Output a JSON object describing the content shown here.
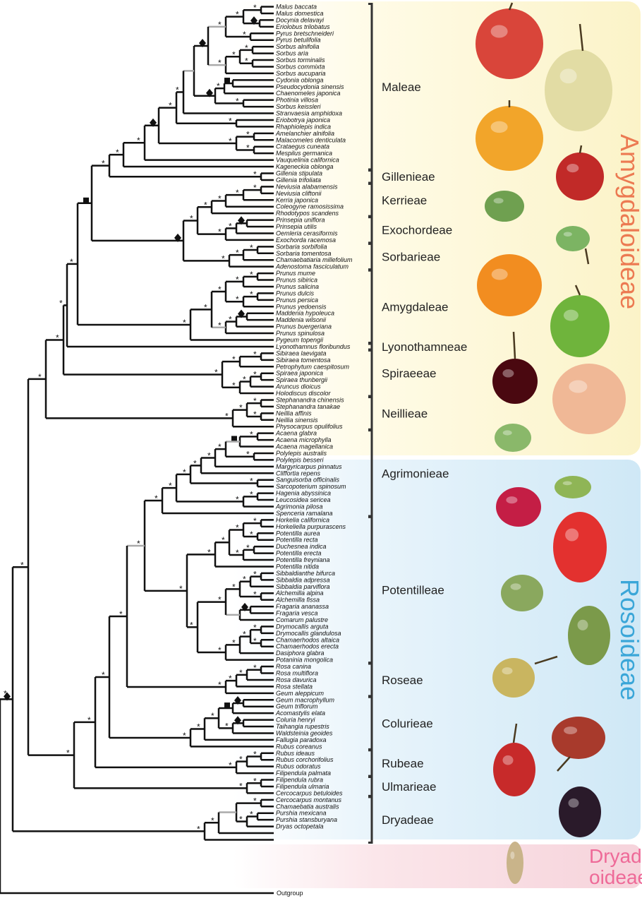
{
  "outgroup_label": "Outgroup",
  "subfamilies": [
    {
      "name": "Amygdaloideae",
      "color": "#ec7a52"
    },
    {
      "name": "Rosoideae",
      "color": "#3aa6d8"
    },
    {
      "name": "Dryad- oideae",
      "color": "#ee6a98"
    }
  ],
  "tribes": [
    {
      "name": "Maleae"
    },
    {
      "name": "Gillenieae"
    },
    {
      "name": "Kerrieae"
    },
    {
      "name": "Exochordeae"
    },
    {
      "name": "Sorbarieae"
    },
    {
      "name": "Amygdaleae"
    },
    {
      "name": "Lyonothamneae"
    },
    {
      "name": "Spiraeeae"
    },
    {
      "name": "Neillieae"
    },
    {
      "name": "Agrimonieae"
    },
    {
      "name": "Potentilleae"
    },
    {
      "name": "Roseae"
    },
    {
      "name": "Colurieae"
    },
    {
      "name": "Rubeae"
    },
    {
      "name": "Ulmarieae"
    },
    {
      "name": "Dryadeae"
    }
  ],
  "taxa": [
    "Malus baccata",
    "Malus domestica",
    "Docynia delavayi",
    "Eriolobus trilobatus",
    "Pyrus bretschneideri",
    "Pyrus betulifolia",
    "Sorbus alnifolia",
    "Sorbus aria",
    "Sorbus torminalis",
    "Sorbus commixta",
    "Sorbus aucuparia",
    "Cydonia oblonga",
    "Pseudocydonia sinensis",
    "Chaenomeles japonica",
    "Photinia villosa",
    "Sorbus keissleri",
    "Stranvaesia amphidoxa",
    "Eriobotrya japonica",
    "Rhaphiolepis indica",
    "Amelanchier alnifolia",
    "Malacomeles denticulata",
    "Crataegus cuneata",
    "Mespilus germanica",
    "Vauquelinia californica",
    "Kageneckia oblonga",
    "Gillenia stipulata",
    "Gillenia trifoliata",
    "Neviusia alabamensis",
    "Neviusia cliftonii",
    "Kerria japonica",
    "Coleogyne ramosissima",
    "Rhodotypos scandens",
    "Prinsepia uniflora",
    "Prinsepia utilis",
    "Oemleria cerasiformis",
    "Exochorda racemosa",
    "Sorbaria sorbifolia",
    "Sorbaria tomentosa",
    "Chamaebatiaria millefolium",
    "Adenostoma fasciculatum",
    "Prunus mume",
    "Prunus sibirica",
    "Prunus salicina",
    "Prunus dulcis",
    "Prunus persica",
    "Prunus yedoensis",
    "Maddenia hypoleuca",
    "Maddenia wilsonii",
    "Prunus buergeriana",
    "Prunus spinulosa",
    "Pygeum topengii",
    "Lyonothamnus floribundus",
    "Sibiraea laevigata",
    "Sibiraea tomentosa",
    "Petrophytum caespitosum",
    "Spiraea japonica",
    "Spiraea thunbergii",
    "Aruncus dioicus",
    "Holodiscus discolor",
    "Stephanandra chinensis",
    "Stephanandra tanakae",
    "Neillia affinis",
    "Neillia sinensis",
    "Physocarpus opulifolius",
    "Acaena glabra",
    "Acaena microphylla",
    "Acaena magellanica",
    "Polylepis australis",
    "Polylepis besseri",
    "Margyricarpus pinnatus",
    "Cliffortia repens",
    "Sanguisorba officinalis",
    "Sarcopoterium spinosum",
    "Hagenia abyssinica",
    "Leucosidea sericea",
    "Agrimonia pilosa",
    "Spenceria ramalana",
    "Horkelia californica",
    "Horkeliella purpurascens",
    "Potentilla aurea",
    "Potentilla recta",
    "Duchesnea indica",
    "Potentilla erecta",
    "Potentilla freyniana",
    "Potentilla nitida",
    "Sibbaldianthe bifurca",
    "Sibbaldia adpressa",
    "Sibbaldia parviflora",
    "Alchemilla alpina",
    "Alchemilla fissa",
    "Fragaria ananassa",
    "Fragaria vesca",
    "Comarum palustre",
    "Drymocallis arguta",
    "Drymocallis glandulosa",
    "Chamaerhodos altaica",
    "Chamaerhodos erecta",
    "Dasiphora glabra",
    "Potaninia mongolica",
    "Rosa canina",
    "Rosa multiflora",
    "Rosa davurica",
    "Rosa stellata",
    "Geum aleppicum",
    "Geum macrophyllum",
    "Geum triflorum",
    "Acomastylis elata",
    "Coluria henryi",
    "Taihangia rupestris",
    "Waldsteinia geoides",
    "Fallugia paradoxa",
    "Rubus coreanus",
    "Rubus ideaus",
    "Rubus corchorifolius",
    "Rubus odoratus",
    "Filipendula palmata",
    "Filipendula rubra",
    "Filipendula ulmaria",
    "Cercocarpus betuloides",
    "Cercocarpus montanus",
    "Chamaebatia australis",
    "Purshia mexicana",
    "Purshia stansburyana",
    "Dryas octopetala"
  ],
  "support_symbols": {
    "star": "*",
    "diamond": "◆",
    "square": "■"
  },
  "fruit_images": [
    "apple",
    "pear",
    "quince",
    "haw",
    "hip",
    "kerria-achenes",
    "exochorda-capsule",
    "apricot",
    "green-apple",
    "cherry",
    "peach",
    "neillia-follicles",
    "agrimony-bur",
    "strawberry-alpine",
    "strawberry",
    "potentilla-head",
    "geum-head",
    "fragaria-achene",
    "rose-hip",
    "raspberry",
    "blackberry",
    "dryas-plume"
  ]
}
